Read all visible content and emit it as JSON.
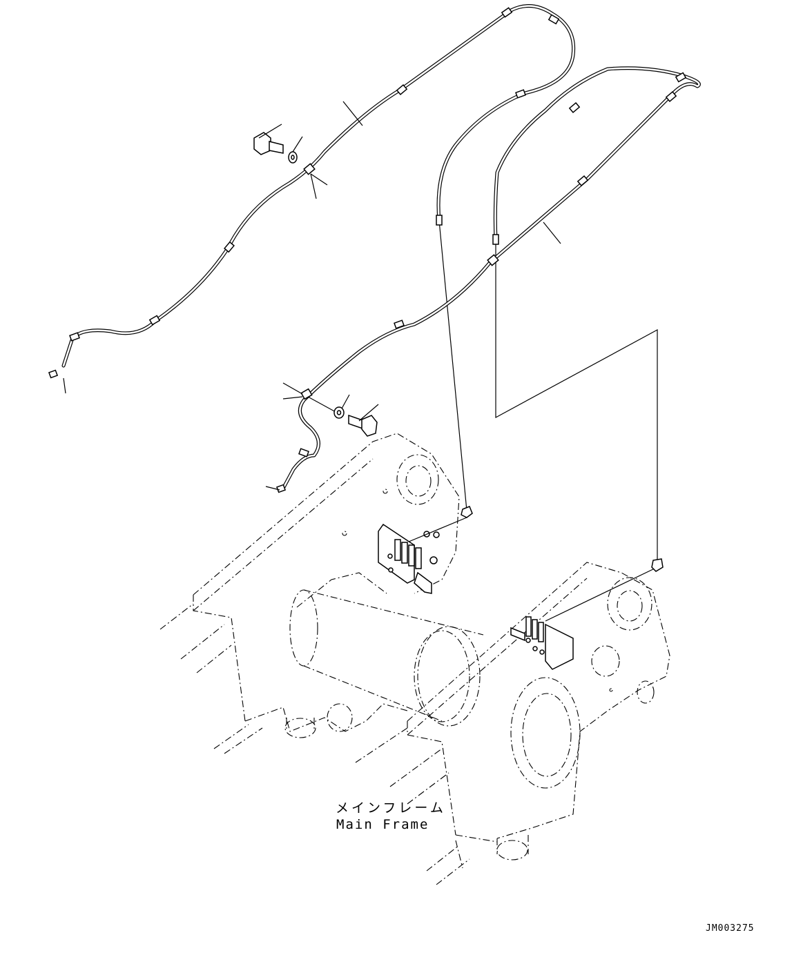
{
  "frame_label": {
    "japanese": "メインフレーム",
    "english": "Main Frame"
  },
  "drawing_id": "JM003275",
  "colors": {
    "line": "#000000",
    "background": "#ffffff"
  }
}
